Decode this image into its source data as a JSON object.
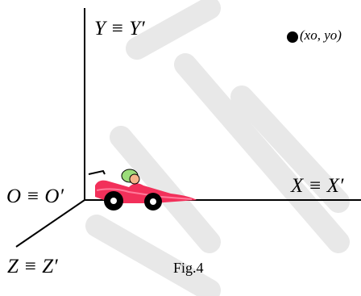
{
  "diagram": {
    "labels": {
      "y_axis": "Y ≡ Y′",
      "x_axis": "X ≡ X′",
      "origin": "O ≡ O′",
      "z_axis": "Z ≡ Z′",
      "point": "(xo, yo)"
    },
    "caption": "Fig.4",
    "colors": {
      "axis": "#000000",
      "car_body": "#f2305a",
      "car_accent": "#ff7a9a",
      "wheel": "#000000",
      "driver_helmet": "#9bdc7a",
      "watermark": "#e6e6e6"
    }
  }
}
